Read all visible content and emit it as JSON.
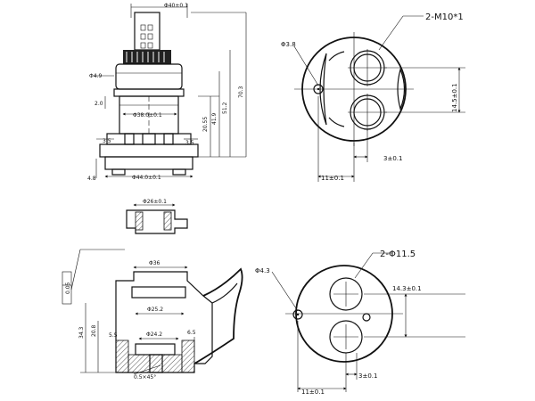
{
  "top_elevation": {
    "dims": {
      "cap_width": "Φ40±0.1",
      "shoulder_dia": "Φ4.9",
      "ring_dia": "Φ38.0±0.1",
      "base_dia": "Φ44.0±0.1",
      "h_20": "2.0",
      "h_35_left": "3.5",
      "h_35_right": "3.5",
      "h_48": "4.8",
      "h_2055": "20.55",
      "h_419": "41.9",
      "h_512": "51.2",
      "h_703": "70.3"
    }
  },
  "top_plan": {
    "thread_label": "2-M10*1",
    "pin_dia": "Φ3.8",
    "spacing": "14.5±0.1",
    "offset_3": "3±0.1",
    "offset_11": "11±0.1"
  },
  "bottom_elevation": {
    "seal_dia": "Φ26±0.1",
    "flatness": "0.05",
    "bore_dia": "Φ36",
    "port_dia": "Φ25.2",
    "inner_dia": "Φ24.2",
    "h_343": "34.3",
    "h_208": "20.8",
    "h_55": "5.5",
    "h_65": "6.5",
    "chamfer": "0.5×45°"
  },
  "bottom_plan": {
    "hole_label": "2-Φ11.5",
    "pin_dia": "Φ4.3",
    "spacing": "14.3±0.1",
    "offset_3": "3±0.1",
    "offset_11": "11±0.1"
  }
}
